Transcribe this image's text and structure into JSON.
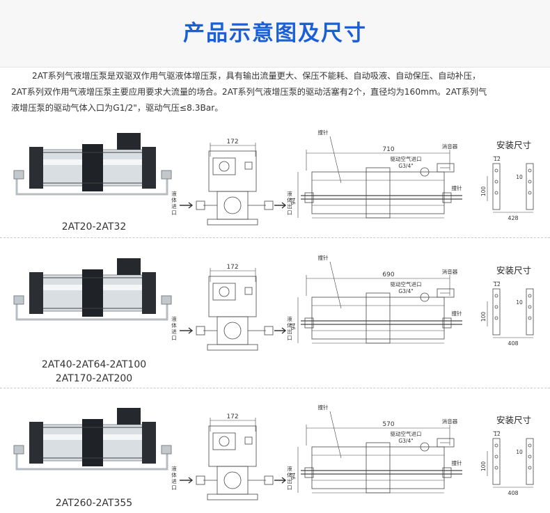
{
  "title": "产品示意图及尺寸",
  "intro": {
    "line1": "2AT系列气液增压泵是双驱双作用气驱液体增压泵，具有输出流量更大、保压不能耗、自动吸液、自动保压、自动补压，",
    "line2": "2AT系列双作用气液增压泵主要应用要求大流量的场合。2AT系列气液增压泵的驱动活塞有2个，直径均为160mm。2AT系列气",
    "line3": "液增压泵的驱动气体入口为G1/2\"，驱动气压≤8.3Bar。"
  },
  "labels": {
    "liquid_in": [
      "液",
      "体",
      "进",
      "口"
    ],
    "liquid_out": [
      "液",
      "体",
      "出",
      "口"
    ],
    "striker": "撞针",
    "air_inlet": "驱动空气进口",
    "air_port": "G3/4\"",
    "muffler": "消音器",
    "install": "安装尺寸",
    "dim_front": "172",
    "dim_height": "94",
    "dim_mount_h": "100",
    "dim_mount_12": "12",
    "dim_mount_10": "10"
  },
  "models": [
    {
      "lines": [
        "2AT20-2AT32"
      ],
      "length": "710",
      "mount_width": "428"
    },
    {
      "lines": [
        "2AT40-2AT64-2AT100",
        "2AT170-2AT200"
      ],
      "length": "690",
      "mount_width": "408"
    },
    {
      "lines": [
        "2AT260-2AT355"
      ],
      "length": "570",
      "mount_width": "408"
    }
  ]
}
